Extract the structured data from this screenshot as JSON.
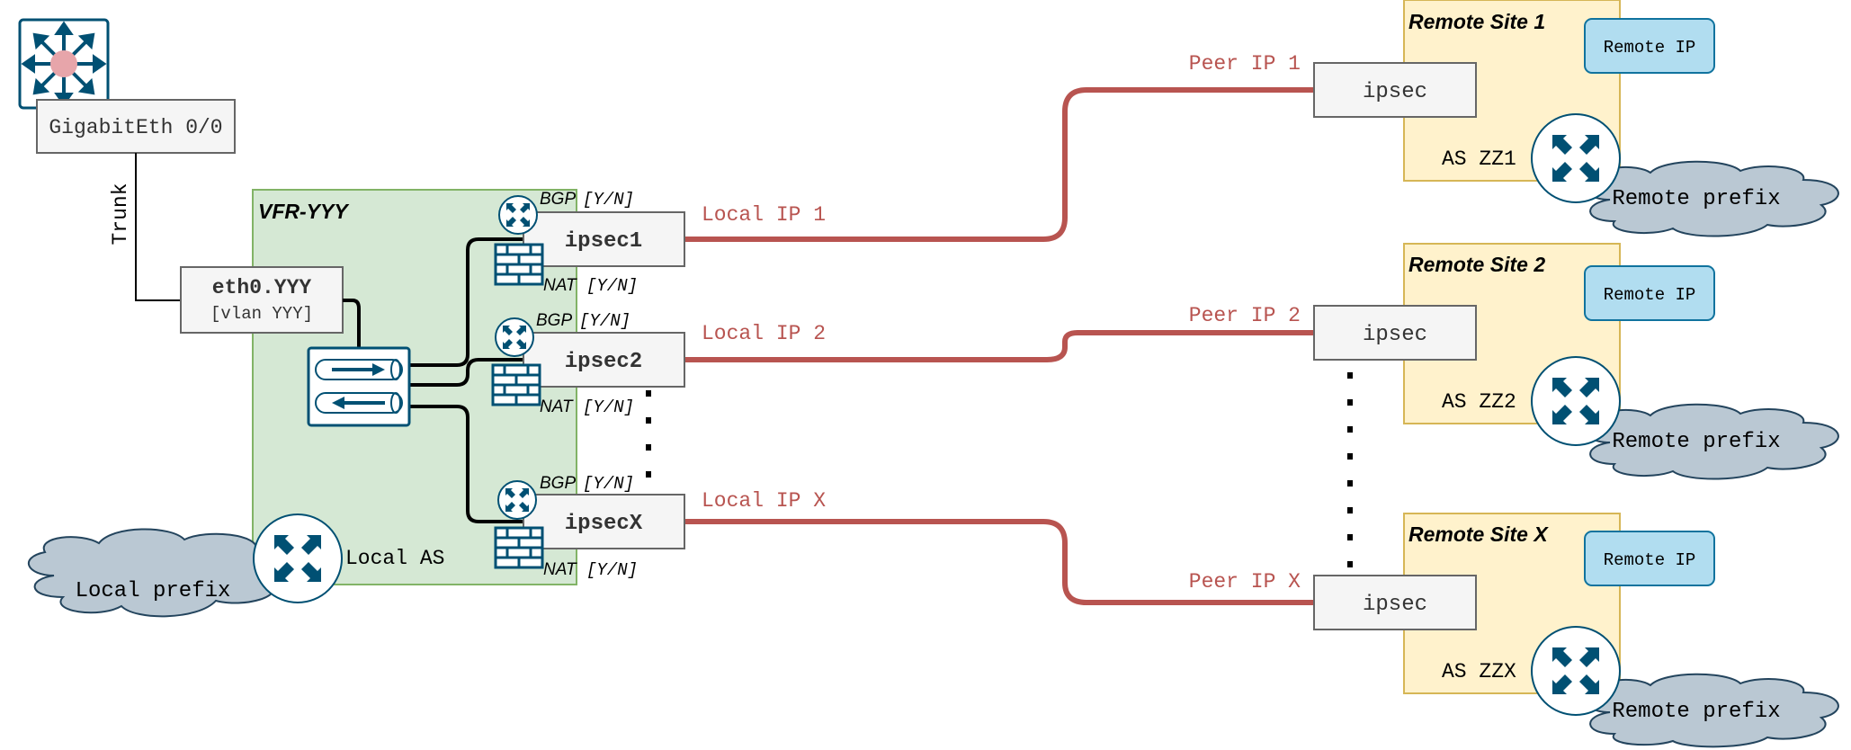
{
  "colors": {
    "vfr_fill": "#d5e8d4",
    "vfr_stroke": "#82b366",
    "site_fill": "#fff2cc",
    "site_stroke": "#d6b656",
    "box_fill": "#f5f5f5",
    "box_stroke": "#666666",
    "remote_ip_fill": "#b1ddf0",
    "remote_ip_stroke": "#10739e",
    "cloud_fill": "#bac8d3",
    "cloud_stroke": "#23445d",
    "icon_blue": "#005073",
    "tunnel_red": "#b85450",
    "label_red": "#b85450"
  },
  "switch": {
    "icon": "layer3-switch-icon",
    "interface_label": "GigabitEth 0/0",
    "trunk_label": "Trunk"
  },
  "vfr": {
    "title": "VFR-YYY",
    "eth_title": "eth0.YYY",
    "eth_vlan": "[vlan YYY]",
    "local_as_label": "Local AS",
    "local_prefix_label": "Local prefix"
  },
  "tunnels": [
    {
      "name": "ipsec1",
      "bgp": "BGP",
      "bgp_flag": "[Y/N]",
      "nat": "NAT",
      "nat_flag": "[Y/N]",
      "local_ip": "Local IP 1",
      "peer_ip": "Peer IP 1"
    },
    {
      "name": "ipsec2",
      "bgp": "BGP",
      "bgp_flag": "[Y/N]",
      "nat": "NAT",
      "nat_flag": "[Y/N]",
      "local_ip": "Local IP 2",
      "peer_ip": "Peer IP 2"
    },
    {
      "name": "ipsecX",
      "bgp": "BGP",
      "bgp_flag": "[Y/N]",
      "nat": "NAT",
      "nat_flag": "[Y/N]",
      "local_ip": "Local IP X",
      "peer_ip": "Peer IP X"
    }
  ],
  "sites": [
    {
      "title": "Remote  Site 1",
      "ipsec_label": "ipsec",
      "remote_ip": "Remote IP",
      "as_label": "AS ZZ1",
      "prefix": "Remote prefix"
    },
    {
      "title": "Remote Site 2",
      "ipsec_label": "ipsec",
      "remote_ip": "Remote IP",
      "as_label": "AS ZZ2",
      "prefix": "Remote prefix"
    },
    {
      "title": "Remote Site X",
      "ipsec_label": "ipsec",
      "remote_ip": "Remote IP",
      "as_label": "AS ZZX",
      "prefix": "Remote prefix"
    }
  ]
}
